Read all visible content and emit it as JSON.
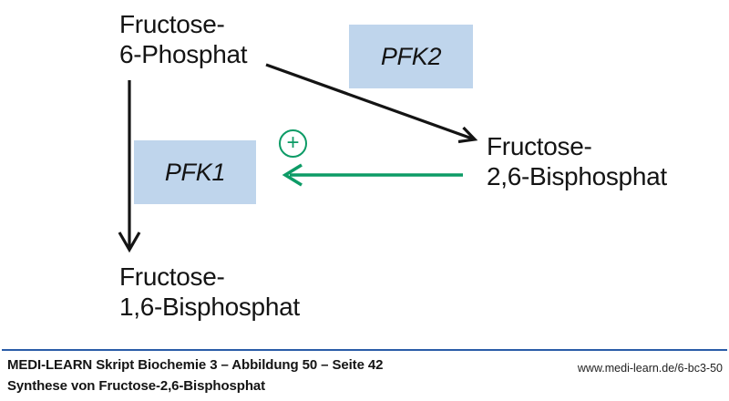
{
  "diagram": {
    "nodes": {
      "fructose_6_phosphat": {
        "line1": "Fructose-",
        "line2": "6-Phosphat"
      },
      "fructose_2_6_bisphosphat": {
        "line1": "Fructose-",
        "line2": "2,6-Bisphosphat"
      },
      "fructose_1_6_bisphosphat": {
        "line1": "Fructose-",
        "line2": "1,6-Bisphosphat"
      }
    },
    "enzymes": {
      "pfk2": "PFK2",
      "pfk1": "PFK1"
    },
    "activation": {
      "symbol": "+"
    },
    "colors": {
      "enzyme_box_fill": "#bfd5ec",
      "activation_green": "#0d9b66",
      "arrow_black": "#141414",
      "footer_rule_blue": "#2a5ca8"
    }
  },
  "footer": {
    "source": "MEDI-LEARN Skript Biochemie 3 – Abbildung 50 – Seite 42",
    "caption": "Synthese von Fructose-2,6-Bisphosphat",
    "url": "www.medi-learn.de/6-bc3-50"
  }
}
